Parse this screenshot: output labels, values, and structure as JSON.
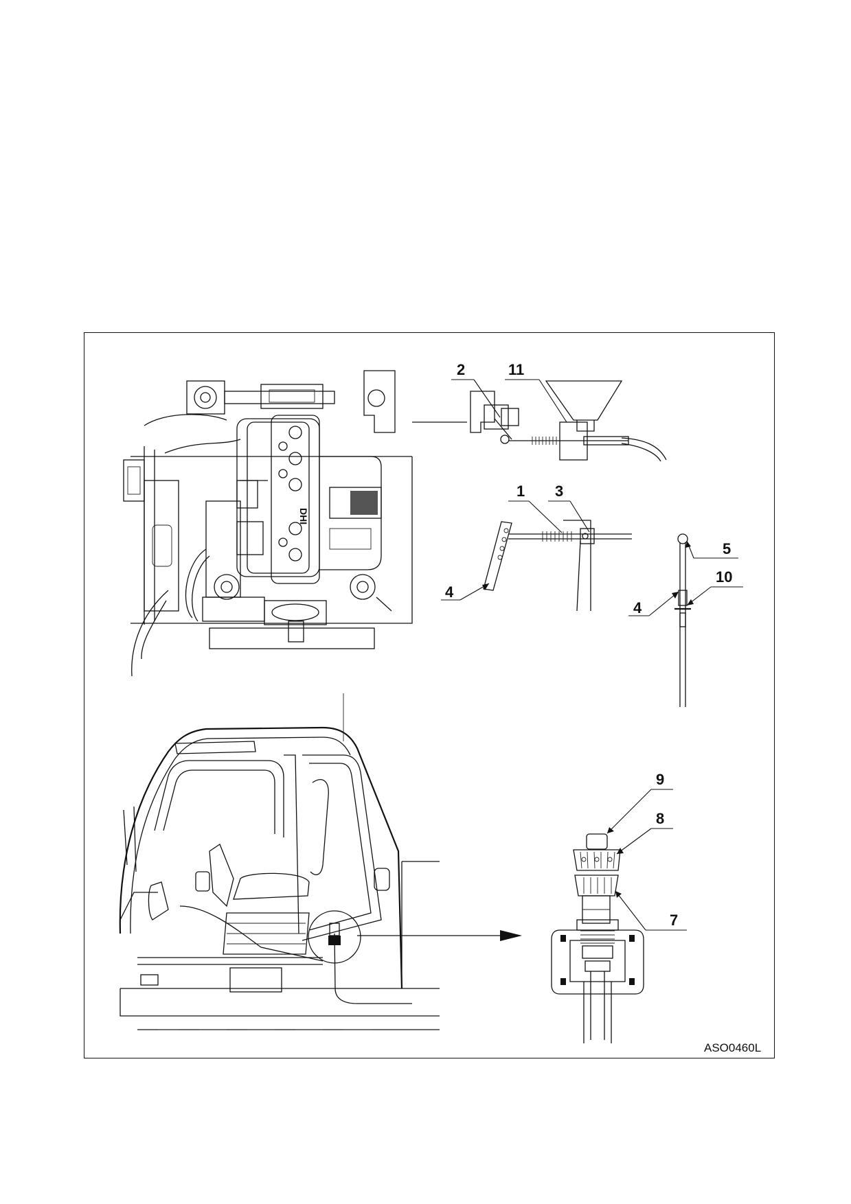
{
  "figure": {
    "callouts": {
      "c1": "1",
      "c2": "2",
      "c3": "3",
      "c4a": "4",
      "c4b": "4",
      "c5": "5",
      "c7": "7",
      "c8": "8",
      "c9": "9",
      "c10": "10",
      "c11": "11"
    },
    "drawing_code": "ASO0460L",
    "engine_block_marking": "DHI"
  }
}
